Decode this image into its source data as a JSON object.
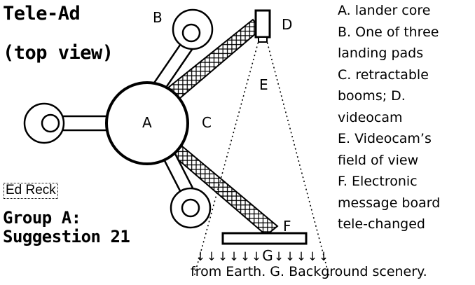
{
  "title": {
    "line1": "Tele-Ad",
    "line2": "(top view)"
  },
  "author": "Ed Reck",
  "group": {
    "line1": "Group A:",
    "line2": "Suggestion 21"
  },
  "labels": {
    "a": "A",
    "b": "B",
    "c": "C",
    "d": "D",
    "e": "E",
    "f": "F",
    "g": "G"
  },
  "legend": [
    "A. lander core",
    "B. One of three",
    "landing pads",
    "C. retractable",
    "booms; D.",
    "videocam",
    "E. Videocam’s",
    "field of view",
    "F. Electronic",
    "message board",
    "tele-changed"
  ],
  "legend_tail": "from Earth. G. Background scenery.",
  "scenery_arrow_glyph": "↓"
}
